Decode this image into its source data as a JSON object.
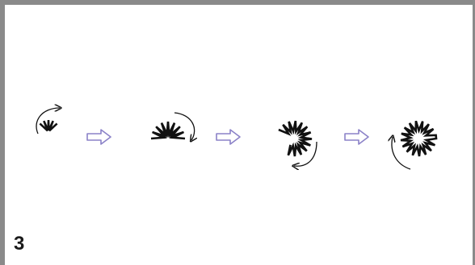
{
  "step_number": "3",
  "colors": {
    "frame": "#8a8a8a",
    "stitch": "#111111",
    "flow_arrow": "#8b82c8",
    "rotate_arrow": "#111111"
  },
  "stages": [
    {
      "name": "stage-1-quarter-turn",
      "coverage_deg": 90,
      "rotation_arrow": "clockwise"
    },
    {
      "name": "stage-2-half-turn",
      "coverage_deg": 180,
      "rotation_arrow": "clockwise"
    },
    {
      "name": "stage-3-three-quarter-turn",
      "coverage_deg": 270,
      "rotation_arrow": "clockwise"
    },
    {
      "name": "stage-4-full-circle",
      "coverage_deg": 360,
      "rotation_arrow": "clockwise"
    }
  ],
  "icons": [
    "stitch-fan-icon",
    "rotate-arrow-icon",
    "flow-arrow-icon"
  ]
}
